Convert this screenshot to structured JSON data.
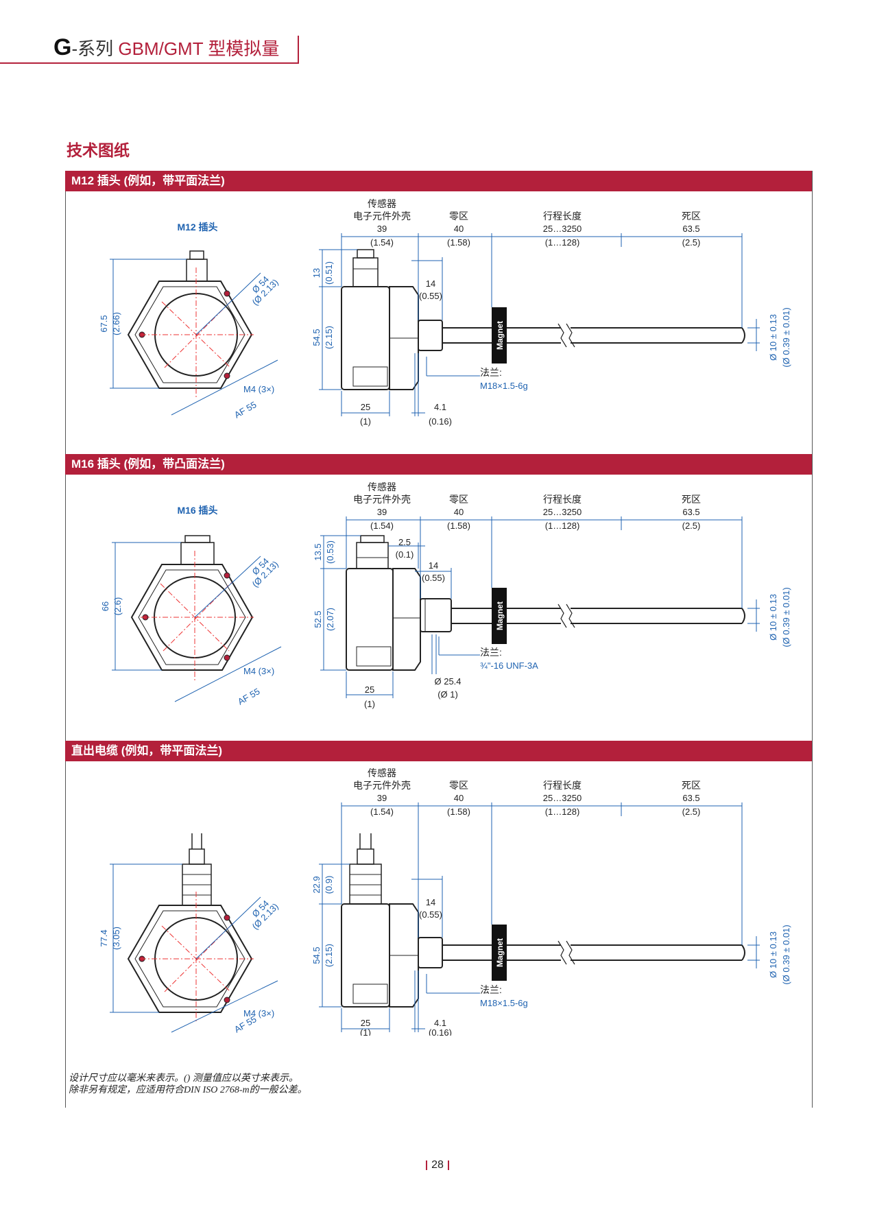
{
  "header": {
    "letter": "G",
    "dash": "-",
    "series": "系列",
    "product": "GBM/GMT 型模拟量"
  },
  "section_title": "技术图纸",
  "page_number": "28",
  "footnote": {
    "line1": "设计尺寸应以毫米来表示。() 测量值应以英寸来表示。",
    "line2": "除非另有规定，应适用符合DIN ISO 2768-m的一般公差。"
  },
  "magnet_label": "Magnet",
  "headers": {
    "housing_line1": "传感器",
    "housing_line2": "电子元件外壳",
    "housing_mm": "39",
    "housing_in": "(1.54)",
    "null_label": "零区",
    "null_mm": "40",
    "null_in": "(1.58)",
    "stroke_label": "行程长度",
    "stroke_mm": "25…3250",
    "stroke_in": "(1…128)",
    "dead_label": "死区",
    "dead_mm": "63.5",
    "dead_in": "(2.5)"
  },
  "common": {
    "dia54": "Ø 54",
    "dia54_in": "(Ø 2.13)",
    "m4": "M4 (3×)",
    "af55": "AF 55",
    "rod_dia": "Ø 10 ± 0.13",
    "rod_dia_in": "(Ø 0.39 ± 0.01)",
    "flange_label": "法兰:",
    "w25": "25",
    "w25_in": "(1)",
    "d14": "14",
    "d14_in": "(0.55)",
    "d41": "4.1",
    "d41_in": "(0.16)"
  },
  "sections": [
    {
      "band": "M12 插头 (例如，带平面法兰)",
      "connector_label": "M12 插头",
      "front_height": "67.5",
      "front_height_in": "(2.66)",
      "top_h": "13",
      "top_h_in": "(0.51)",
      "side_h": "54.5",
      "side_h_in": "(2.15)",
      "flange_thread": "M18×1.5-6g"
    },
    {
      "band": "M16 插头 (例如，带凸面法兰)",
      "connector_label": "M16 插头",
      "front_height": "66",
      "front_height_in": "(2.6)",
      "top_h": "13.5",
      "top_h_in": "(0.53)",
      "side_h": "52.5",
      "side_h_in": "(2.07)",
      "offset": "2.5",
      "offset_in": "(0.1)",
      "flange_thread": "¾\"-16 UNF-3A",
      "flange_dia": "Ø 25.4",
      "flange_dia_in": "(Ø 1)"
    },
    {
      "band": "直出电缆 (例如，带平面法兰)",
      "front_height": "77.4",
      "front_height_in": "(3.05)",
      "top_h": "22.9",
      "top_h_in": "(0.9)",
      "side_h": "54.5",
      "side_h_in": "(2.15)",
      "flange_thread": "M18×1.5-6g"
    }
  ]
}
